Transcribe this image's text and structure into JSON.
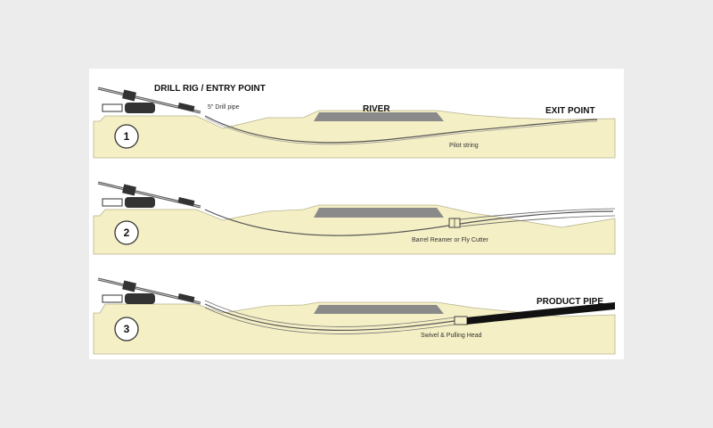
{
  "colors": {
    "background": "#ececec",
    "panel": "#ffffff",
    "ground": "#f4efc4",
    "ground_edge": "#b9b48e",
    "river": "#8a8a8a",
    "product_pipe": "#111111",
    "rig": "#333333"
  },
  "icons": {
    "rig": "drill-rig-icon",
    "reamer": "reamer-icon",
    "pulling_head": "pulling-head-icon"
  },
  "stages": [
    {
      "number": "1",
      "labels": {
        "rig": "DRILL RIG / ENTRY POINT",
        "pipe": "5\" Drill pipe",
        "river": "RIVER",
        "exit": "EXIT POINT",
        "string": "Pilot string"
      }
    },
    {
      "number": "2",
      "labels": {
        "tool": "Barrel Reamer or Fly Cutter"
      }
    },
    {
      "number": "3",
      "labels": {
        "product": "PRODUCT PIPE",
        "tool": "Swivel & Pulling Head"
      }
    }
  ]
}
